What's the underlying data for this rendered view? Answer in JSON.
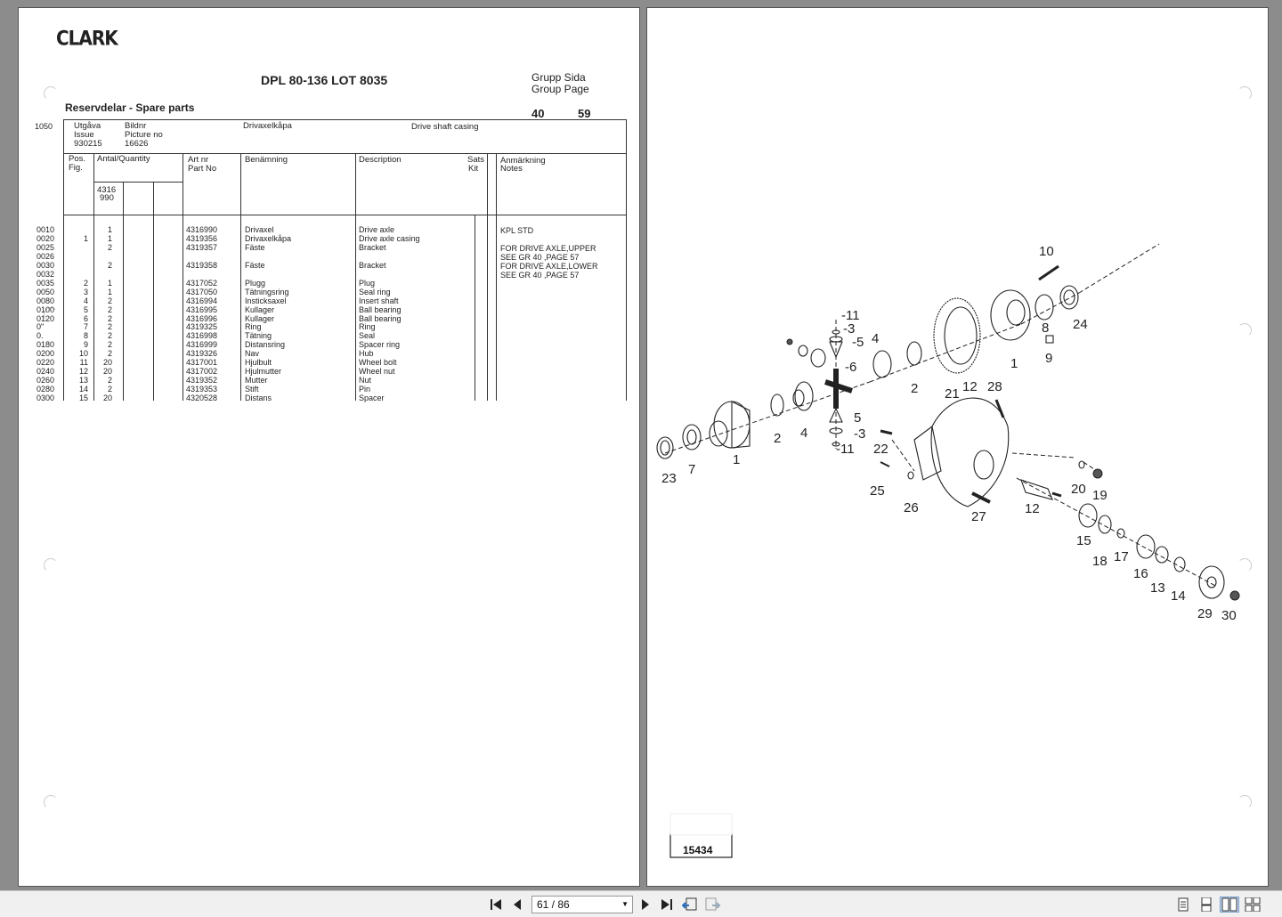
{
  "header": {
    "logo": "CLARK",
    "title": "DPL 80-136 LOT 8035",
    "grupp_sida": "Grupp Sida",
    "group_page": "Group Page",
    "group": "40",
    "page": "59",
    "spare_parts": "Reservdelar - Spare parts",
    "ref": "1050"
  },
  "info": {
    "utgava": "Utgåva",
    "issue": "Issue",
    "issue_no": "930215",
    "bildnr": "Bildnr",
    "picture_no": "Picture no",
    "picture_val": "16626",
    "drivaxelkapa": "Drivaxelkåpa",
    "drive_shaft_casing": "Drive shaft casing"
  },
  "cols": {
    "pos": "Pos.",
    "fig": "Fig.",
    "antal": "Antal/Quantity",
    "qty_a": "4316",
    "qty_b": "990",
    "artnr": "Art nr",
    "partno": "Part No",
    "benamning": "Benämning",
    "description": "Description",
    "sats": "Sats",
    "kit": "Kit",
    "anmarkning": "Anmärkning",
    "notes": "Notes"
  },
  "rows": [
    {
      "code": "0010",
      "pos": "",
      "qty": "1",
      "part": "4316990",
      "swe": "Drivaxel",
      "eng": "Drive axle",
      "note": "KPL STD"
    },
    {
      "code": "0020",
      "pos": "1",
      "qty": "1",
      "part": "4319356",
      "swe": "Drivaxelkåpa",
      "eng": "Drive axle casing",
      "note": ""
    },
    {
      "code": "0025",
      "pos": "",
      "qty": "2",
      "part": "4319357",
      "swe": "Fäste",
      "eng": "Bracket",
      "note": "FOR DRIVE AXLE,UPPER"
    },
    {
      "code": "0026",
      "pos": "",
      "qty": "",
      "part": "",
      "swe": "",
      "eng": "",
      "note": "SEE GR 40  ,PAGE 57"
    },
    {
      "code": "0030",
      "pos": "",
      "qty": "2",
      "part": "4319358",
      "swe": "Fäste",
      "eng": "Bracket",
      "note": "FOR DRIVE AXLE,LOWER"
    },
    {
      "code": "0032",
      "pos": "",
      "qty": "",
      "part": "",
      "swe": "",
      "eng": "",
      "note": "SEE GR 40  ,PAGE 57"
    },
    {
      "code": "0035",
      "pos": "2",
      "qty": "1",
      "part": "4317052",
      "swe": "Plugg",
      "eng": "Plug",
      "note": ""
    },
    {
      "code": "0050",
      "pos": "3",
      "qty": "1",
      "part": "4317050",
      "swe": "Tätningsring",
      "eng": "Seal ring",
      "note": ""
    },
    {
      "code": "0080",
      "pos": "4",
      "qty": "2",
      "part": "4316994",
      "swe": "Insticksaxel",
      "eng": "Insert shaft",
      "note": ""
    },
    {
      "code": "0100",
      "pos": "5",
      "qty": "2",
      "part": "4316995",
      "swe": "Kullager",
      "eng": "Ball bearing",
      "note": ""
    },
    {
      "code": "0120",
      "pos": "6",
      "qty": "2",
      "part": "4316996",
      "swe": "Kullager",
      "eng": "Ball bearing",
      "note": ""
    },
    {
      "code": "0\"",
      "pos": "7",
      "qty": "2",
      "part": "4319325",
      "swe": "Ring",
      "eng": "Ring",
      "note": ""
    },
    {
      "code": "0.",
      "pos": "8",
      "qty": "2",
      "part": "4316998",
      "swe": "Tätning",
      "eng": "Seal",
      "note": ""
    },
    {
      "code": "0180",
      "pos": "9",
      "qty": "2",
      "part": "4316999",
      "swe": "Distansring",
      "eng": "Spacer ring",
      "note": ""
    },
    {
      "code": "0200",
      "pos": "10",
      "qty": "2",
      "part": "4319326",
      "swe": "Nav",
      "eng": "Hub",
      "note": ""
    },
    {
      "code": "0220",
      "pos": "11",
      "qty": "20",
      "part": "4317001",
      "swe": "Hjulbult",
      "eng": "Wheel bolt",
      "note": ""
    },
    {
      "code": "0240",
      "pos": "12",
      "qty": "20",
      "part": "4317002",
      "swe": "Hjulmutter",
      "eng": "Wheel nut",
      "note": ""
    },
    {
      "code": "0260",
      "pos": "13",
      "qty": "2",
      "part": "4319352",
      "swe": "Mutter",
      "eng": "Nut",
      "note": ""
    },
    {
      "code": "0280",
      "pos": "14",
      "qty": "2",
      "part": "4319353",
      "swe": "Stift",
      "eng": "Pin",
      "note": ""
    },
    {
      "code": "0300",
      "pos": "15",
      "qty": "20",
      "part": "4320528",
      "swe": "Distans",
      "eng": "Spacer",
      "note": ""
    }
  ],
  "diagram": {
    "labels": [
      "10",
      "-11",
      "-3",
      "-5",
      "4",
      "-6",
      "8",
      "24",
      "1",
      "9",
      "2",
      "12",
      "28",
      "21",
      "5",
      "-3",
      "-11",
      "4",
      "2",
      "22",
      "1",
      "23",
      "7",
      "25",
      "26",
      "27",
      "12",
      "20",
      "19",
      "15",
      "18",
      "17",
      "16",
      "13",
      "14",
      "29",
      "30"
    ],
    "stamp": "15434"
  },
  "toolbar": {
    "page_display": "61 / 86",
    "icons": [
      "first-page-icon",
      "prev-page-icon",
      "next-page-icon",
      "last-page-icon",
      "go-back-icon",
      "go-forward-icon",
      "single-page-icon",
      "continuous-icon",
      "two-page-icon",
      "two-page-continuous-icon"
    ]
  }
}
